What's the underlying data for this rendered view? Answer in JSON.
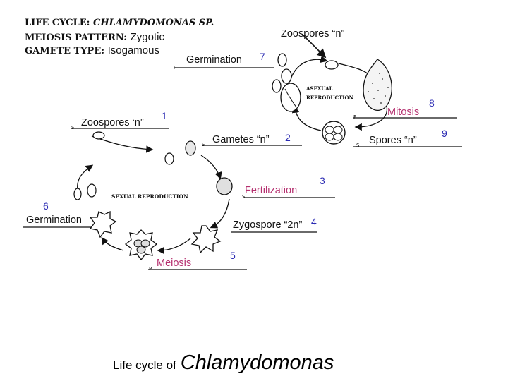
{
  "header": {
    "life_cycle_key": "LIFE CYCLE:",
    "life_cycle_val": "CHLAMYDOMONAS SP.",
    "meiosis_key": "MEIOSIS PATTERN:",
    "meiosis_val": "Zygotic",
    "gamete_key": "GAMETE TYPE:",
    "gamete_val": "Isogamous"
  },
  "labels": {
    "zoospores_top": "Zoospores “n”",
    "germination_7": "Germination",
    "mitosis": "Mitosis",
    "spores": "Spores “n”",
    "zoospores_left": "Zoospores ‘n”",
    "gametes": "Gametes “n”",
    "fertilization": "Fertilization",
    "germination_6": "Germination",
    "zygospore": "Zygospore “2n”",
    "meiosis": "Meiosis"
  },
  "numbers": {
    "n1": "1",
    "n2": "2",
    "n3": "3",
    "n4": "4",
    "n5": "5",
    "n6": "6",
    "n7": "7",
    "n8": "8",
    "n9": "9"
  },
  "diagram_text": {
    "asexual_1": "ASEXUAL",
    "asexual_2": "REPRODUCTION",
    "sexual": "SEXUAL  REPRODUCTION",
    "tag_p": "P",
    "tag_s": "S"
  },
  "caption": {
    "prefix": "Life cycle of",
    "genus": "Chlamydomonas"
  },
  "colors": {
    "pink": "#b5306f",
    "number_blue": "#2b2bb3"
  }
}
